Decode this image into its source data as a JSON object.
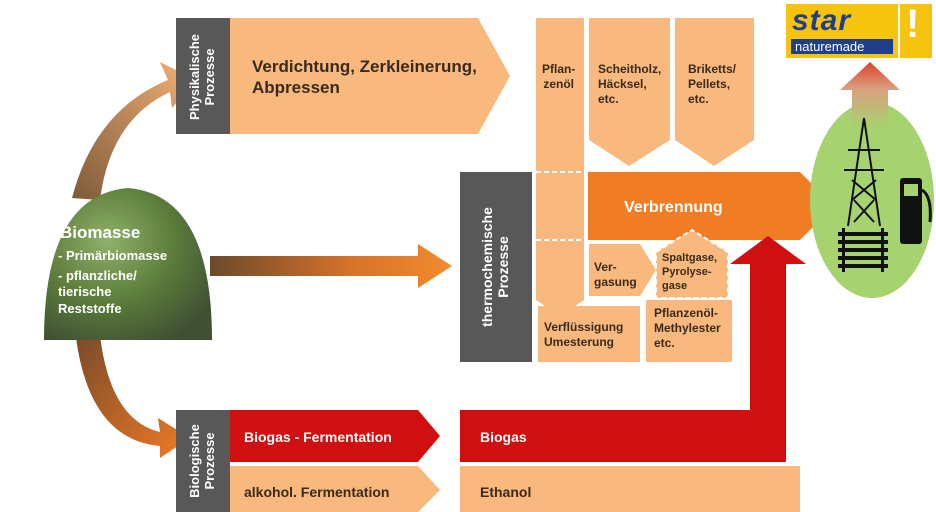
{
  "biomass": {
    "title": "Biomasse",
    "items": [
      "- Primärbiomasse",
      "- pflanzliche/\n  tierische\n  Reststoffe"
    ]
  },
  "physical": {
    "category": "Physikalische\nProzesse",
    "process": "Verdichtung, Zerkleinerung,\nAbpressen",
    "products": [
      "Pflan-\nzenöl",
      "Scheitholz,\nHäcksel,\netc.",
      "Briketts/\nPellets,\netc."
    ]
  },
  "thermo": {
    "category": "thermochemische\nProzesse",
    "combustion": "Verbrennung",
    "gasification": "Ver-\ngasung",
    "gases": "Spaltgase,\nPyrolyse-\ngase",
    "liquefaction": "Verflüssigung\nUmesterung",
    "ester": "Pflanzenöl-\nMethylester\netc."
  },
  "biological": {
    "category": "Biologische\nProzesse",
    "biogas_process": "Biogas - Fermentation",
    "alcohol_process": "alkohol. Fermentation",
    "biogas_product": "Biogas",
    "ethanol_product": "Ethanol"
  },
  "logo": {
    "brand": "star",
    "tagline": "naturemade",
    "mark": "!"
  },
  "icons": [
    "power-pylon-icon",
    "fuel-pump-icon",
    "radiator-icon"
  ],
  "colors": {
    "light_orange": "#f9b87d",
    "orange": "#f07c24",
    "red": "#d01010",
    "dark_gray": "#585858",
    "green": "#a7d270",
    "logo_yellow": "#f6c40f",
    "logo_blue": "#1f3f8a"
  }
}
